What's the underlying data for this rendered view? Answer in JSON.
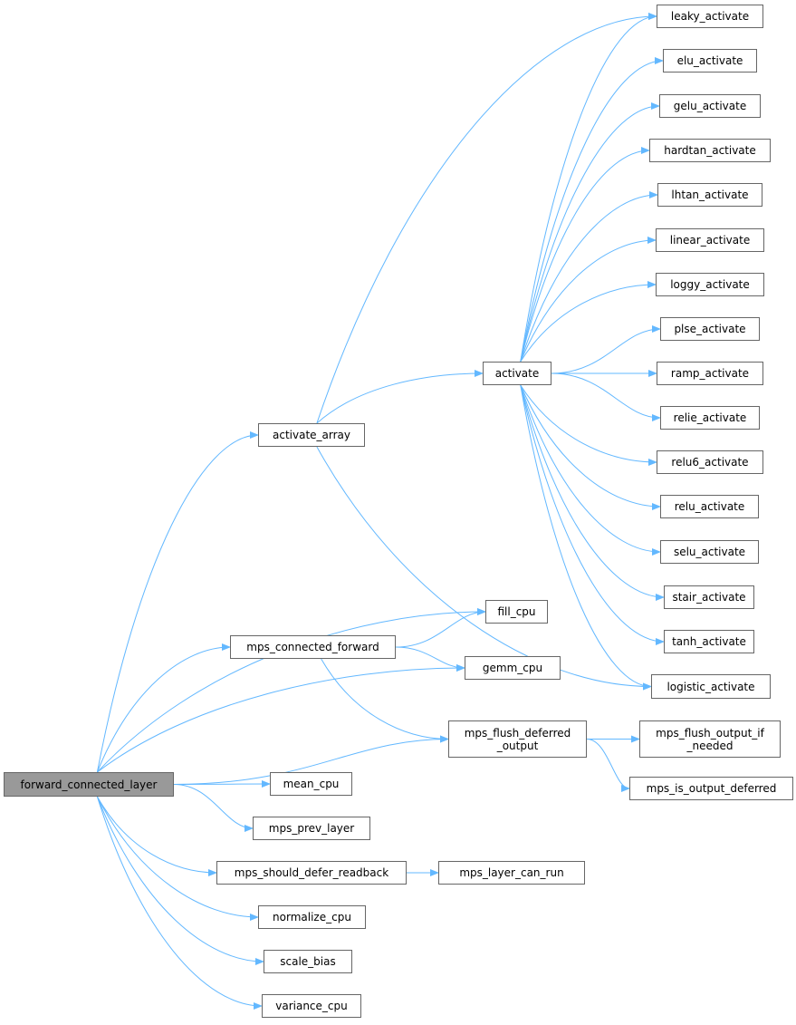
{
  "colors": {
    "edge": "#63b8ff",
    "node_border": "#666666",
    "root_fill": "#999999"
  },
  "nodes": {
    "forward_connected_layer": "forward_connected_layer",
    "activate_array": "activate_array",
    "activate": "activate",
    "leaky_activate": "leaky_activate",
    "elu_activate": "elu_activate",
    "gelu_activate": "gelu_activate",
    "hardtan_activate": "hardtan_activate",
    "lhtan_activate": "lhtan_activate",
    "linear_activate": "linear_activate",
    "loggy_activate": "loggy_activate",
    "plse_activate": "plse_activate",
    "ramp_activate": "ramp_activate",
    "relie_activate": "relie_activate",
    "relu6_activate": "relu6_activate",
    "relu_activate": "relu_activate",
    "selu_activate": "selu_activate",
    "stair_activate": "stair_activate",
    "tanh_activate": "tanh_activate",
    "logistic_activate": "logistic_activate",
    "fill_cpu": "fill_cpu",
    "mps_connected_forward": "mps_connected_forward",
    "gemm_cpu": "gemm_cpu",
    "mps_flush_deferred_output": "mps_flush_deferred\n_output",
    "mps_flush_output_if_needed": "mps_flush_output_if\n_needed",
    "mps_is_output_deferred": "mps_is_output_deferred",
    "mean_cpu": "mean_cpu",
    "mps_prev_layer": "mps_prev_layer",
    "mps_should_defer_readback": "mps_should_defer_readback",
    "mps_layer_can_run": "mps_layer_can_run",
    "normalize_cpu": "normalize_cpu",
    "scale_bias": "scale_bias",
    "variance_cpu": "variance_cpu"
  },
  "edges": [
    [
      "forward_connected_layer",
      "activate_array"
    ],
    [
      "forward_connected_layer",
      "fill_cpu"
    ],
    [
      "forward_connected_layer",
      "mps_connected_forward"
    ],
    [
      "forward_connected_layer",
      "gemm_cpu"
    ],
    [
      "forward_connected_layer",
      "mps_flush_deferred_output"
    ],
    [
      "forward_connected_layer",
      "mean_cpu"
    ],
    [
      "forward_connected_layer",
      "mps_prev_layer"
    ],
    [
      "forward_connected_layer",
      "mps_should_defer_readback"
    ],
    [
      "forward_connected_layer",
      "normalize_cpu"
    ],
    [
      "forward_connected_layer",
      "scale_bias"
    ],
    [
      "forward_connected_layer",
      "variance_cpu"
    ],
    [
      "activate_array",
      "leaky_activate"
    ],
    [
      "activate_array",
      "activate"
    ],
    [
      "activate_array",
      "logistic_activate"
    ],
    [
      "activate",
      "leaky_activate"
    ],
    [
      "activate",
      "elu_activate"
    ],
    [
      "activate",
      "gelu_activate"
    ],
    [
      "activate",
      "hardtan_activate"
    ],
    [
      "activate",
      "lhtan_activate"
    ],
    [
      "activate",
      "linear_activate"
    ],
    [
      "activate",
      "loggy_activate"
    ],
    [
      "activate",
      "plse_activate"
    ],
    [
      "activate",
      "ramp_activate"
    ],
    [
      "activate",
      "relie_activate"
    ],
    [
      "activate",
      "relu6_activate"
    ],
    [
      "activate",
      "relu_activate"
    ],
    [
      "activate",
      "selu_activate"
    ],
    [
      "activate",
      "stair_activate"
    ],
    [
      "activate",
      "tanh_activate"
    ],
    [
      "activate",
      "logistic_activate"
    ],
    [
      "mps_connected_forward",
      "fill_cpu"
    ],
    [
      "mps_connected_forward",
      "gemm_cpu"
    ],
    [
      "mps_connected_forward",
      "mps_flush_deferred_output"
    ],
    [
      "mps_flush_deferred_output",
      "mps_flush_output_if_needed"
    ],
    [
      "mps_flush_deferred_output",
      "mps_is_output_deferred"
    ],
    [
      "mps_should_defer_readback",
      "mps_layer_can_run"
    ]
  ]
}
